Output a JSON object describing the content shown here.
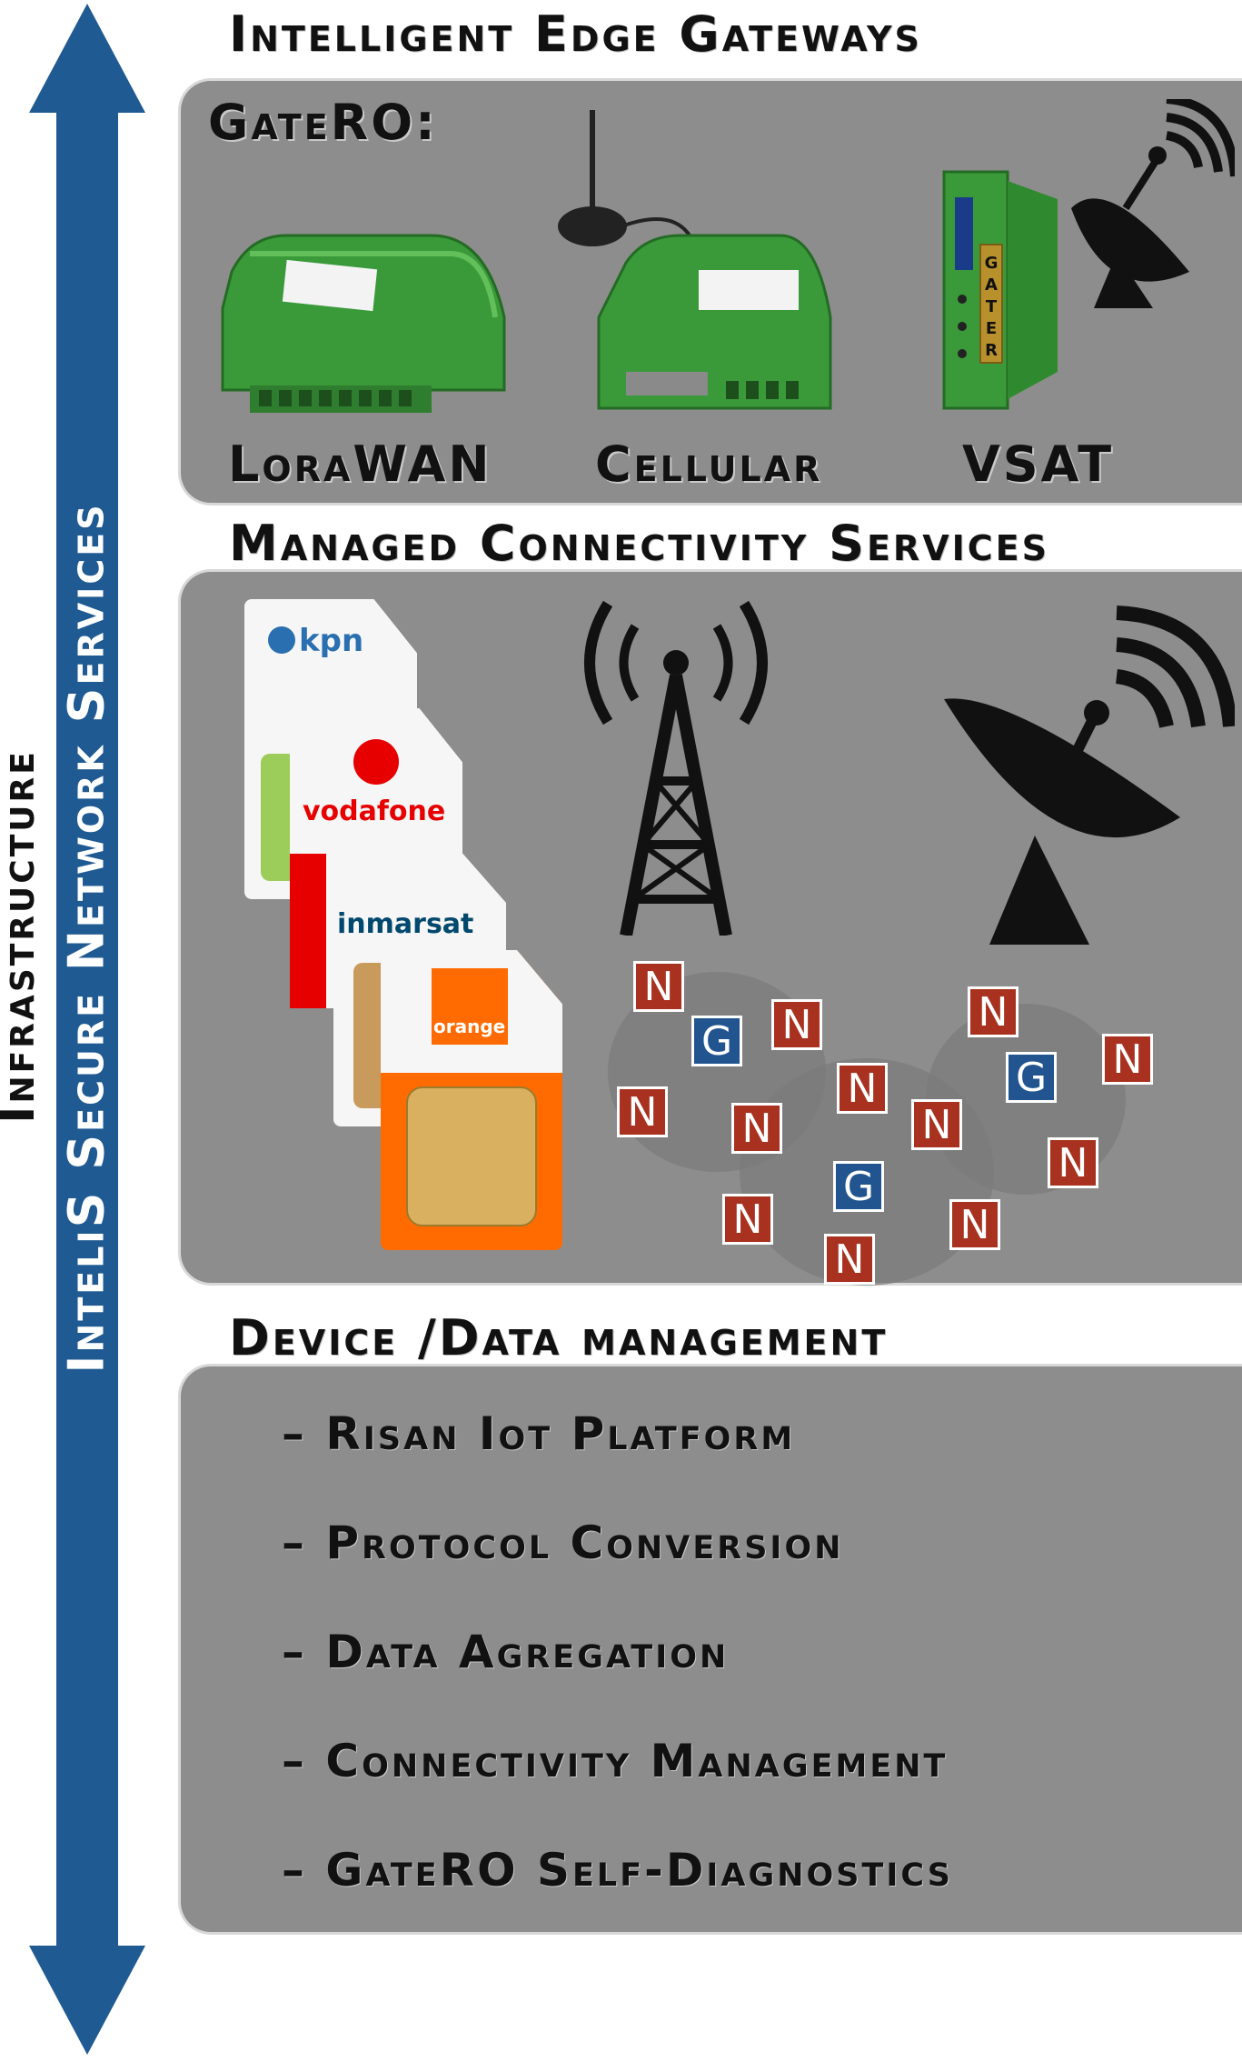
{
  "side": {
    "infrastructure": "Infrastructure",
    "network_services": "InteliS Secure Network Services"
  },
  "gateways": {
    "title": "Intelligent Edge Gateways",
    "brand": "GateRO:",
    "devices": [
      {
        "label": "LoraWAN"
      },
      {
        "label": "Cellular"
      },
      {
        "label": "VSAT"
      }
    ],
    "vsat_device_text": "GATERO"
  },
  "connectivity": {
    "title": "Managed Connectivity Services",
    "sims": [
      {
        "label": "kpn"
      },
      {
        "label": "vodafone"
      },
      {
        "label": "inmarsat"
      },
      {
        "label": "orange"
      }
    ],
    "node_letter": "N",
    "gateway_letter": "G"
  },
  "management": {
    "title": "Device /Data management",
    "items": [
      "– Risan Iot Platform",
      "– Protocol Conversion",
      "– Data Agregation",
      "– Connectivity Management",
      "– GateRO Self-Diagnostics"
    ]
  },
  "colors": {
    "arrow": "#1f5a92",
    "panel": "#8d8d8d",
    "node_n": "#a8321f",
    "node_g": "#22558f",
    "device_green": "#3a9a3a",
    "orange": "#ff6b00",
    "vodafone_red": "#e60000"
  }
}
